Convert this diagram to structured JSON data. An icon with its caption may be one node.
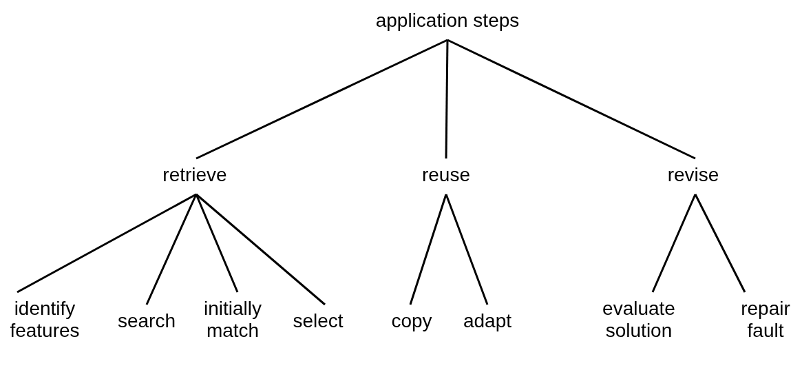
{
  "diagram": {
    "nodes": [
      {
        "text": [
          "application steps"
        ]
      },
      {
        "text": [
          "retrieve"
        ]
      },
      {
        "text": [
          "reuse"
        ]
      },
      {
        "text": [
          "revise"
        ]
      },
      {
        "text": [
          "identify features"
        ]
      },
      {
        "text": [
          "search"
        ]
      },
      {
        "text": [
          "initially match"
        ]
      },
      {
        "text": [
          "select"
        ]
      },
      {
        "text": [
          "copy"
        ]
      },
      {
        "text": [
          "adapt"
        ]
      },
      {
        "text": [
          "evaluate solution"
        ]
      },
      {
        "text": [
          "repair fault"
        ]
      }
    ],
    "edges": [
      {
        "from": 0,
        "to": 1,
        "arrow": "none"
      },
      {
        "from": 0,
        "to": 2,
        "arrow": "none"
      },
      {
        "from": 0,
        "to": 3,
        "arrow": "none"
      },
      {
        "from": 1,
        "to": 4,
        "arrow": "none"
      },
      {
        "from": 1,
        "to": 5,
        "arrow": "none"
      },
      {
        "from": 1,
        "to": 6,
        "arrow": "none"
      },
      {
        "from": 1,
        "to": 7,
        "arrow": "none"
      },
      {
        "from": 2,
        "to": 8,
        "arrow": "none"
      },
      {
        "from": 2,
        "to": 9,
        "arrow": "none"
      },
      {
        "from": 3,
        "to": 10,
        "arrow": "none"
      },
      {
        "from": 3,
        "to": 11,
        "arrow": "none"
      }
    ]
  }
}
